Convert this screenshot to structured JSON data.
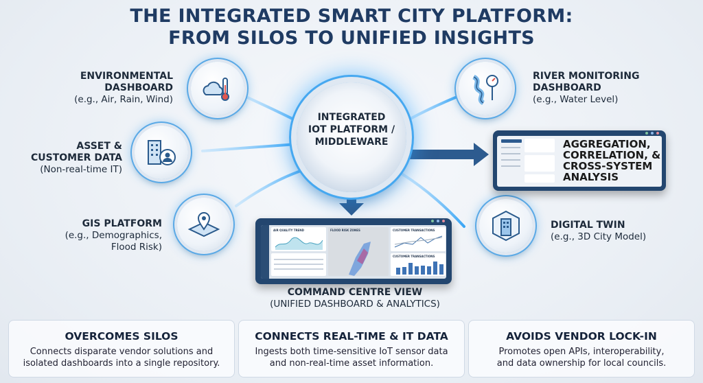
{
  "title": {
    "line1": "THE INTEGRATED SMART CITY PLATFORM:",
    "line2": "FROM SILOS TO UNIFIED INSIGHTS"
  },
  "hub": {
    "line1": "INTEGRATED",
    "line2": "IOT PLATFORM /",
    "line3": "MIDDLEWARE"
  },
  "nodes": {
    "environmental": {
      "title1": "ENVIRONMENTAL",
      "title2": "DASHBOARD",
      "sub": "(e.g., Air, Rain, Wind)",
      "icon": "cloud-thermometer-icon"
    },
    "asset": {
      "title1": "ASSET &",
      "title2": "CUSTOMER DATA",
      "sub": "(Non-real-time IT)",
      "icon": "building-user-icon"
    },
    "gis": {
      "title1": "GIS PLATFORM",
      "sub1": "(e.g., Demographics,",
      "sub2": "Flood Risk)",
      "icon": "map-pin-icon"
    },
    "river": {
      "title1": "RIVER MONITORING",
      "title2": "DASHBOARD",
      "sub": "(e.g., Water Level)",
      "icon": "river-gauge-icon"
    },
    "twin": {
      "title1": "DIGITAL TWIN",
      "sub": "(e.g., 3D City Model)",
      "icon": "cube-building-icon"
    }
  },
  "aggregation": {
    "line1": "AGGREGATION,",
    "line2": "CORRELATION, &",
    "line3": "CROSS-SYSTEM",
    "line4": "ANALYSIS"
  },
  "command": {
    "cards": [
      "AIR QUALITY TREND",
      "FLOOD RISK ZONES",
      "CUSTOMER TRANSACTIONS",
      "CUSTOMER TRANSACTIONS"
    ],
    "title": "COMMAND CENTRE VIEW",
    "sub": "(UNIFIED DASHBOARD & ANALYTICS)"
  },
  "benefits": [
    {
      "title": "OVERCOMES SILOS",
      "line1": "Connects disparate vendor solutions and",
      "line2": "isolated dashboards into a single repository."
    },
    {
      "title": "CONNECTS REAL-TIME & IT DATA",
      "line1": "Ingests both time-sensitive IoT sensor data",
      "line2": "and non-real-time asset information."
    },
    {
      "title": "AVOIDS VENDOR LOCK-IN",
      "line1": "Promotes open APIs, interoperability,",
      "line2": "and data ownership for local councils."
    }
  ],
  "colors": {
    "navy": "#1f3b63",
    "glow": "#46a8f0",
    "arrow": "#2d5b8f"
  }
}
